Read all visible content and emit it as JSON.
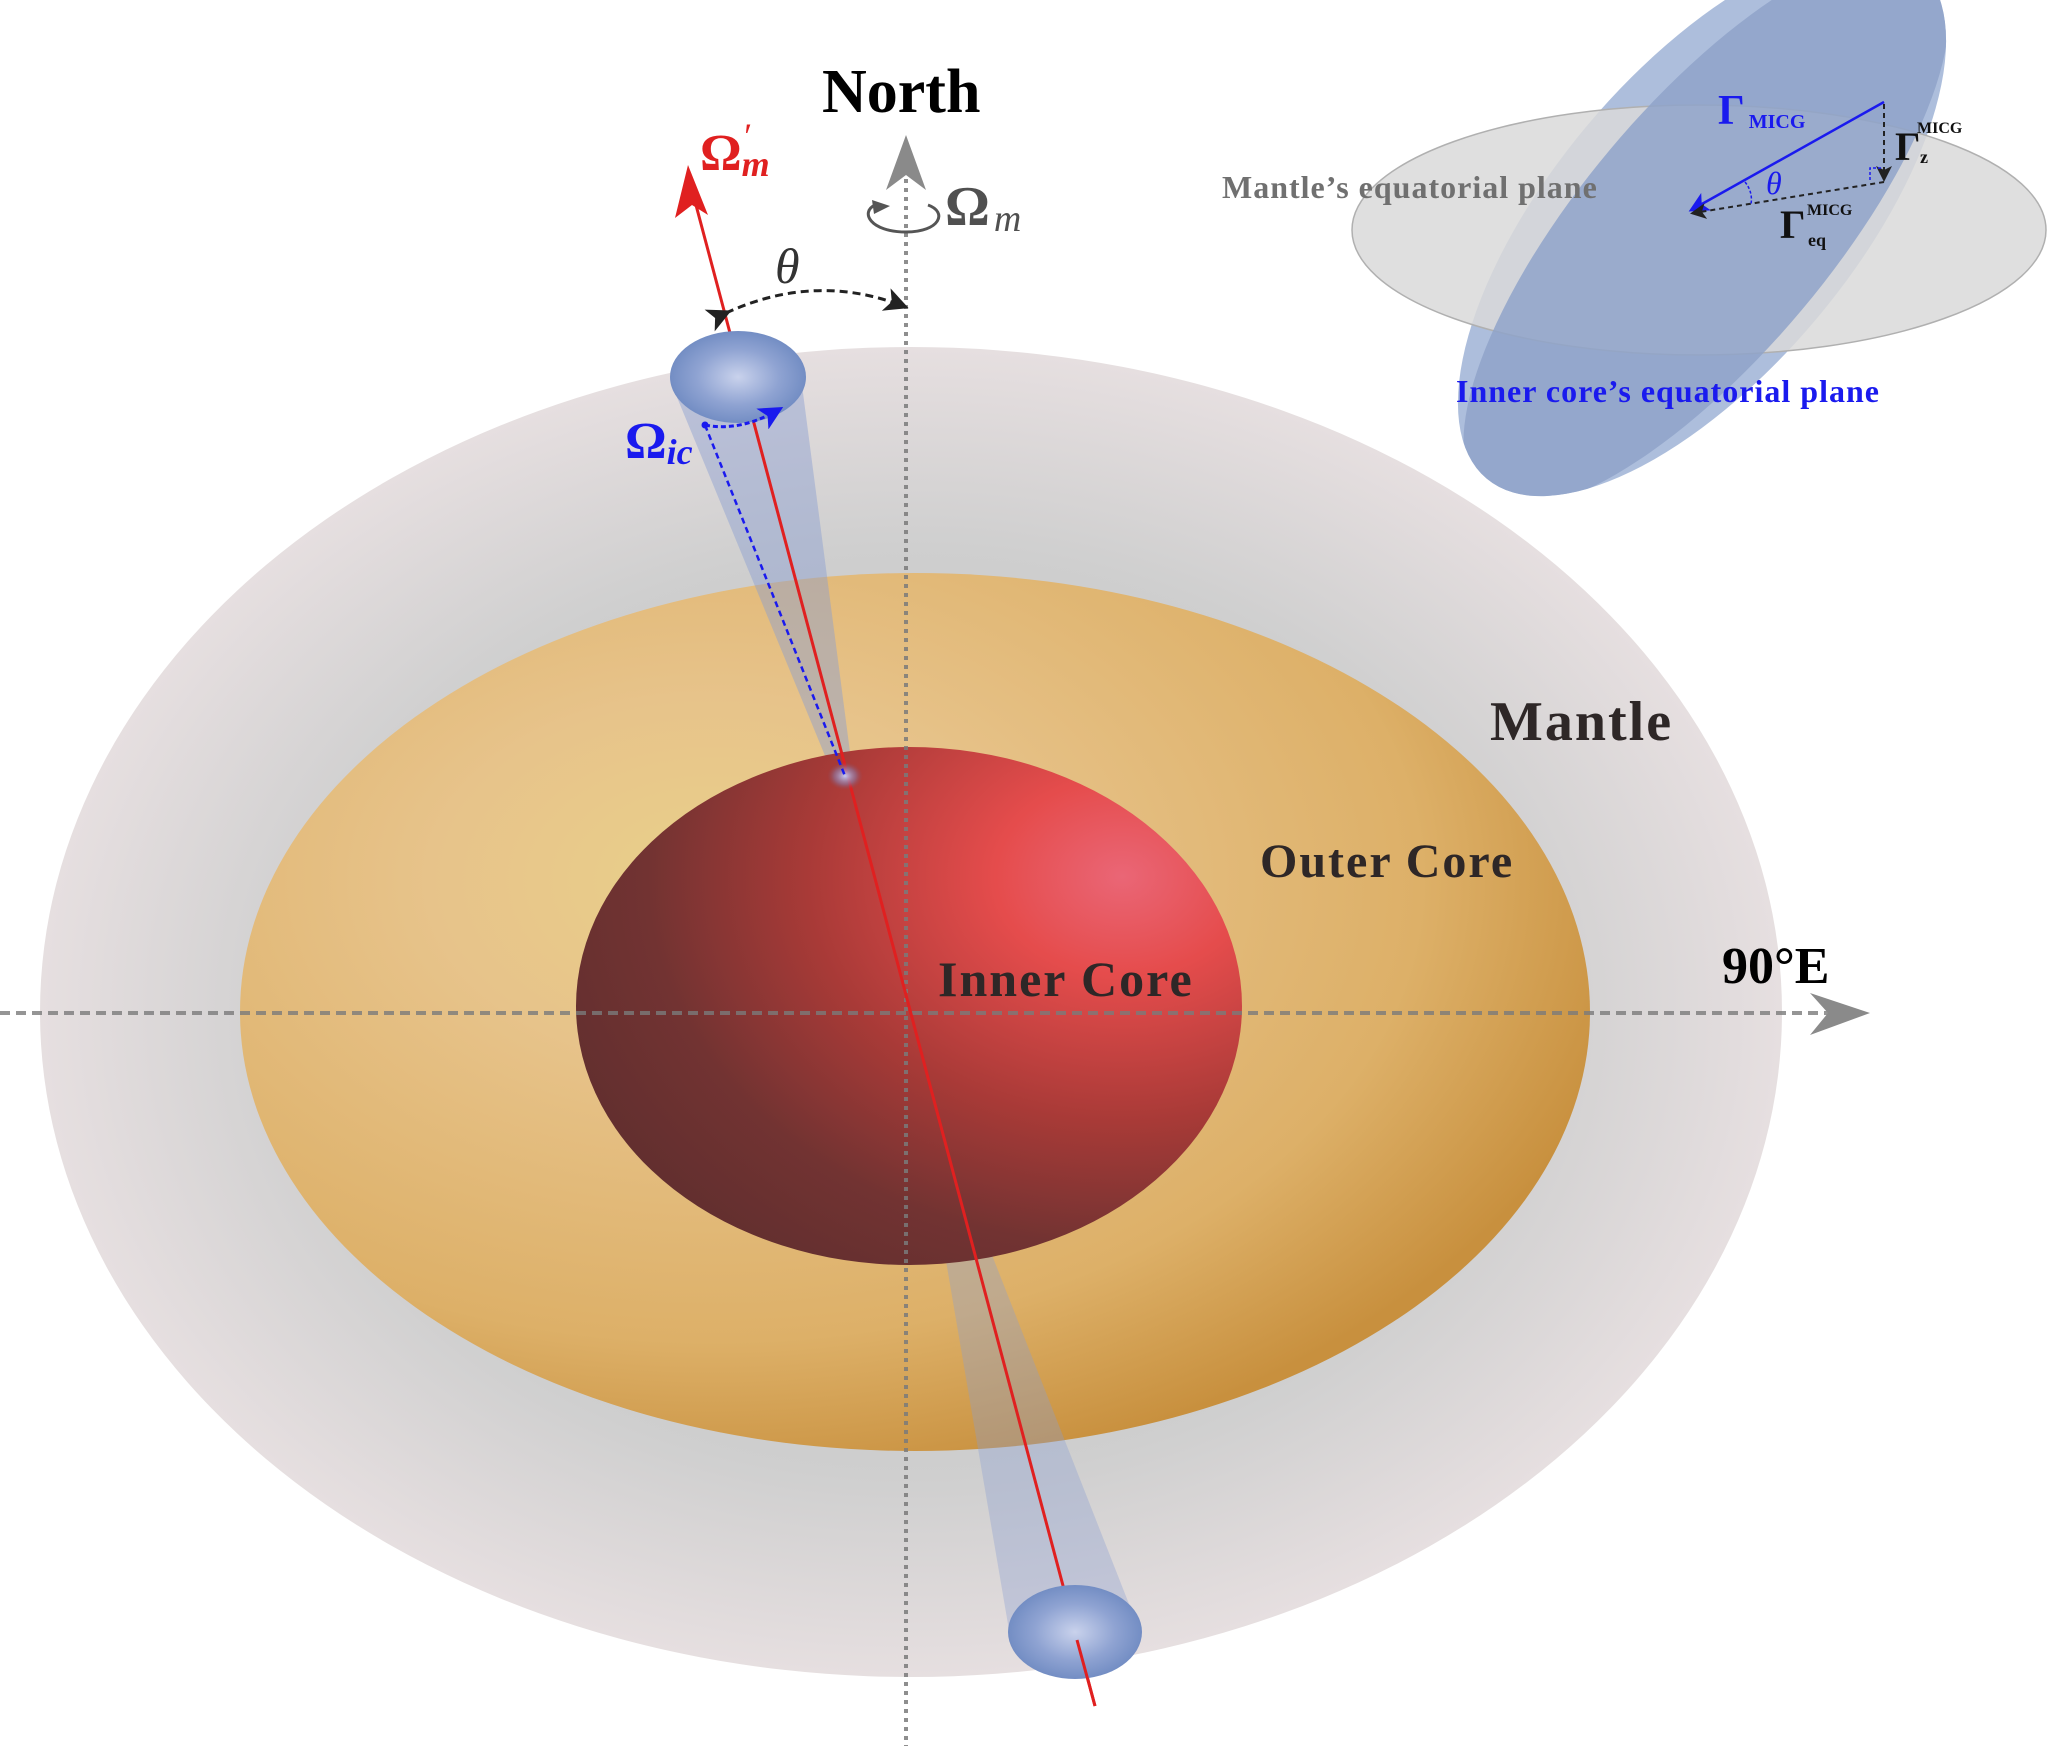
{
  "title": "Earth's mantle, outer core and tilted inner core with rotation axes",
  "labels": {
    "north": "North",
    "east": "90°E",
    "mantle": "Mantle",
    "outer_core": "Outer Core",
    "inner_core": "Inner Core",
    "omega_m_prime_main": "Ω",
    "omega_m_prime_sub": "m",
    "omega_m_prime_mark": "′",
    "omega_m_main": "Ω",
    "omega_m_sub": "m",
    "omega_ic_main": "Ω",
    "omega_ic_sub": "ic",
    "theta": "θ"
  },
  "inset": {
    "mantle_plane_label": "Mantle’s equatorial plane",
    "inner_core_plane_label": "Inner core’s equatorial plane",
    "gamma_micg_main": "Γ",
    "gamma_micg_sub": "MICG",
    "gamma_z_main": "Γ",
    "gamma_z_sup": "MICG",
    "gamma_z_sub": "z",
    "gamma_eq_main": "Γ",
    "gamma_eq_sup": "MICG",
    "gamma_eq_sub": "eq",
    "theta": "θ"
  },
  "colors": {
    "red_axis": "#e02020",
    "blue_vector": "#1a1aee",
    "grey_axis": "#8a8a8a",
    "label_dark": "#2e2727",
    "mantle_plane": "#d9d9d9",
    "inner_core_plane": "#9fb3d6"
  }
}
